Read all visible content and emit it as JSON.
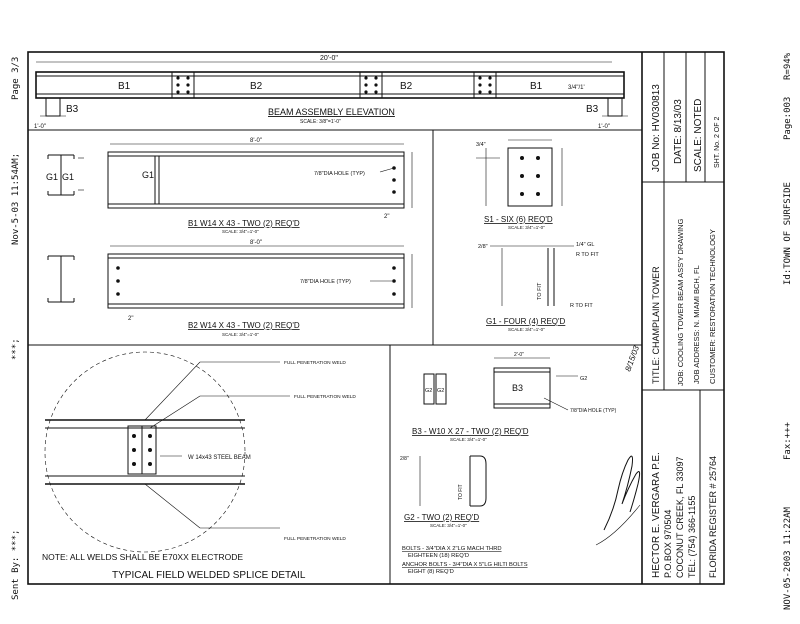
{
  "fax_header": {
    "page": "Page 3/3",
    "left_timestamp": "Nov-5-03 11:54AM;",
    "left_sent_by": "Sent By: ***;",
    "left_marks": "***;",
    "right_page": "Page:003",
    "right_r": "R=94%",
    "right_id": "Id:TOWN OF SURFSIDE",
    "right_fax": "Fax:+++",
    "right_date": "NOV-05-2003 11:22AM"
  },
  "beam_elevation": {
    "title": "BEAM ASSEMBLY ELEVATION",
    "scale": "SCALE: 3/8\"=1'-0\"",
    "overall_dim": "20'-0\"",
    "labels": [
      "B1",
      "B2",
      "B2",
      "B1"
    ],
    "left_support": "B3",
    "right_support": "B3",
    "left_dim": "1'-0\"",
    "right_dim": "1'-0\"",
    "slope_note": "3/4\"/1'"
  },
  "b1_detail": {
    "title": "B1 W14 X 43 - TWO (2) REQ'D",
    "scale": "SCALE: 3/4\"=1'-0\"",
    "hole_note": "7/8\"DIA HOLE (TYP)",
    "length_dim": "8'-0\"",
    "end_labels": [
      "G1",
      "G1",
      "G1"
    ],
    "edge_dim": "2\""
  },
  "b2_detail": {
    "title": "B2 W14 X 43 - TWO (2) REQ'D",
    "scale": "SCALE: 3/4\"=1'-0\"",
    "hole_note": "7/8\"DIA HOLE (TYP)",
    "length_dim": "8'-0\"",
    "edge_dim": "2\""
  },
  "s1_detail": {
    "title": "S1 - SIX (6) REQ'D",
    "scale": "SCALE: 3/4\"=1'-0\"",
    "dim": "3/4\""
  },
  "g1_detail": {
    "title": "G1 - FOUR (4) REQ'D",
    "scale": "SCALE: 3/4\"=1'-0\"",
    "note_top": "1/4\" GL",
    "note_r1": "R TO FIT",
    "note_r2": "R TO FIT",
    "fit_label": "TO FIT",
    "dim": "2/8\""
  },
  "splice_detail": {
    "title": "TYPICAL FIELD WELDED SPLICE DETAIL",
    "note": "NOTE: ALL WELDS SHALL BE E70XX ELECTRODE",
    "weld_labels": [
      "FULL PENETRATION WELD",
      "FULL PENETRATION WELD",
      "FULL PENETRATION WELD"
    ],
    "beam_label": "W 14x43 STEEL BEAM"
  },
  "b3_detail": {
    "title": "B3 - W10 X 27 - TWO (2) REQ'D",
    "scale": "SCALE: 3/4\"=1'-0\"",
    "labels": [
      "G2",
      "G2",
      "B3"
    ],
    "hole_note": "7/8\"DIA HOLE (TYP)",
    "g_label": "G2",
    "dim": "2'-0\""
  },
  "g2_detail": {
    "title": "G2 - TWO (2) REQ'D",
    "scale": "SCALE: 3/4\"=1'-0\"",
    "fit_label": "TO FIT",
    "dim": "2/8\""
  },
  "bolts": {
    "line1": "BOLTS - 3/4\"DIA X 2\"LG MACH THRD",
    "line2": "EIGHTEEN (18) REQ'D",
    "line3": "ANCHOR BOLTS - 3/4\"DIA X 5\"LG HILTI BOLTS",
    "line4": "EIGHT (8) REQ'D"
  },
  "title_block": {
    "job_no": "JOB No: HV030813",
    "date": "DATE: 8/13/03",
    "scale": "SCALE: NOTED",
    "sheet": "SHT. No. 2 OF 2",
    "title": "TITLE: CHAMPLAIN TOWER",
    "job": "JOB: COOLING TOWER BEAM ASS'Y DRAWING",
    "address": "JOB ADDRESS: N. MIAMI BCH, FL",
    "customer": "CUSTOMER: RESTORATION TECHNOLOGY",
    "engineer_name": "HECTOR E. VERGARA P.E.",
    "po_box": "P.O.BOX 970504",
    "city": "COCONUT CREEK, FL 33097",
    "tel": "TEL: (754) 366-1155",
    "register": "FLORIDA REGISTER # 25764",
    "signature_date": "8/15/03"
  }
}
